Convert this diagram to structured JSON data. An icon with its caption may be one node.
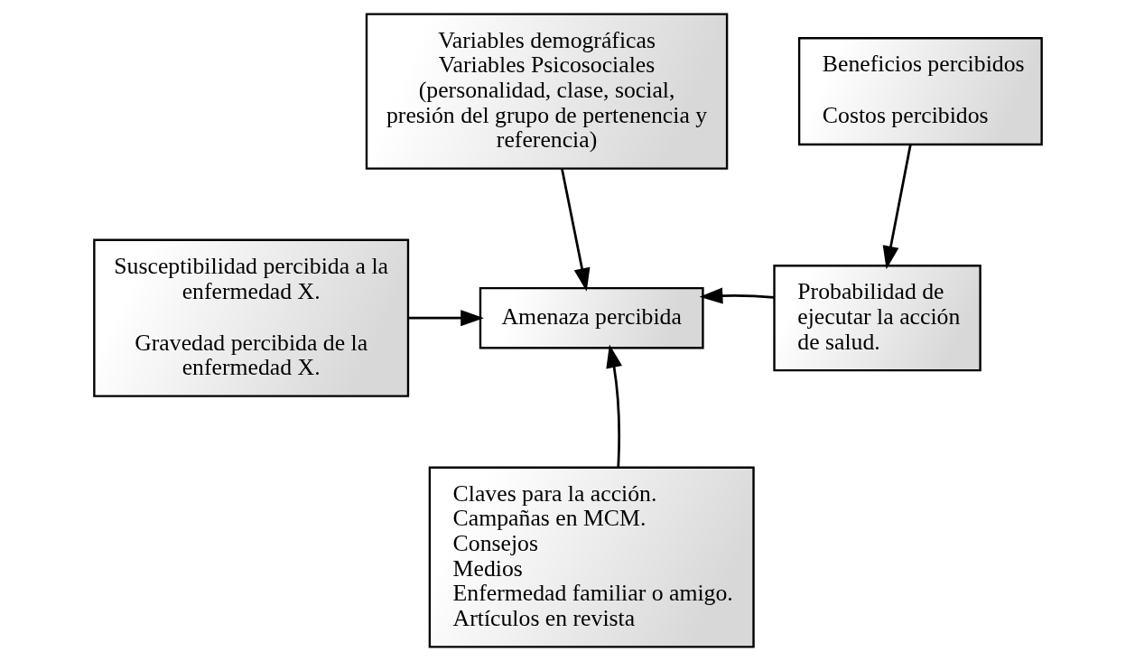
{
  "diagram": {
    "nodes": [
      {
        "text": [
          "Variables demográficas",
          "Variables Psicosociales (personalidad, clase, social, presión del grupo de pertenencia y referencia)"
        ]
      },
      {
        "text": [
          "Beneficios percibidos",
          "Costos percibidos"
        ]
      },
      {
        "text": [
          "Susceptibilidad percibida a la enfermedad X.",
          "Gravedad percibida de la enfermedad X."
        ]
      },
      {
        "text": [
          "Amenaza percibida"
        ]
      },
      {
        "text": [
          "Probabilidad de ejecutar la acción de salud."
        ]
      },
      {
        "text": [
          "Claves para la acción.",
          "Campañas en MCM.",
          "Consejos",
          "Medios",
          "Enfermedad familiar o amigo.",
          "Artículos en revista"
        ]
      }
    ],
    "edges": [
      {
        "from": 0,
        "to": 3,
        "arrow": "to"
      },
      {
        "from": 1,
        "to": 4,
        "arrow": "to"
      },
      {
        "from": 2,
        "to": 3,
        "arrow": "to"
      },
      {
        "from": 4,
        "to": 3,
        "arrow": "to"
      },
      {
        "from": 5,
        "to": 3,
        "arrow": "to"
      }
    ]
  }
}
